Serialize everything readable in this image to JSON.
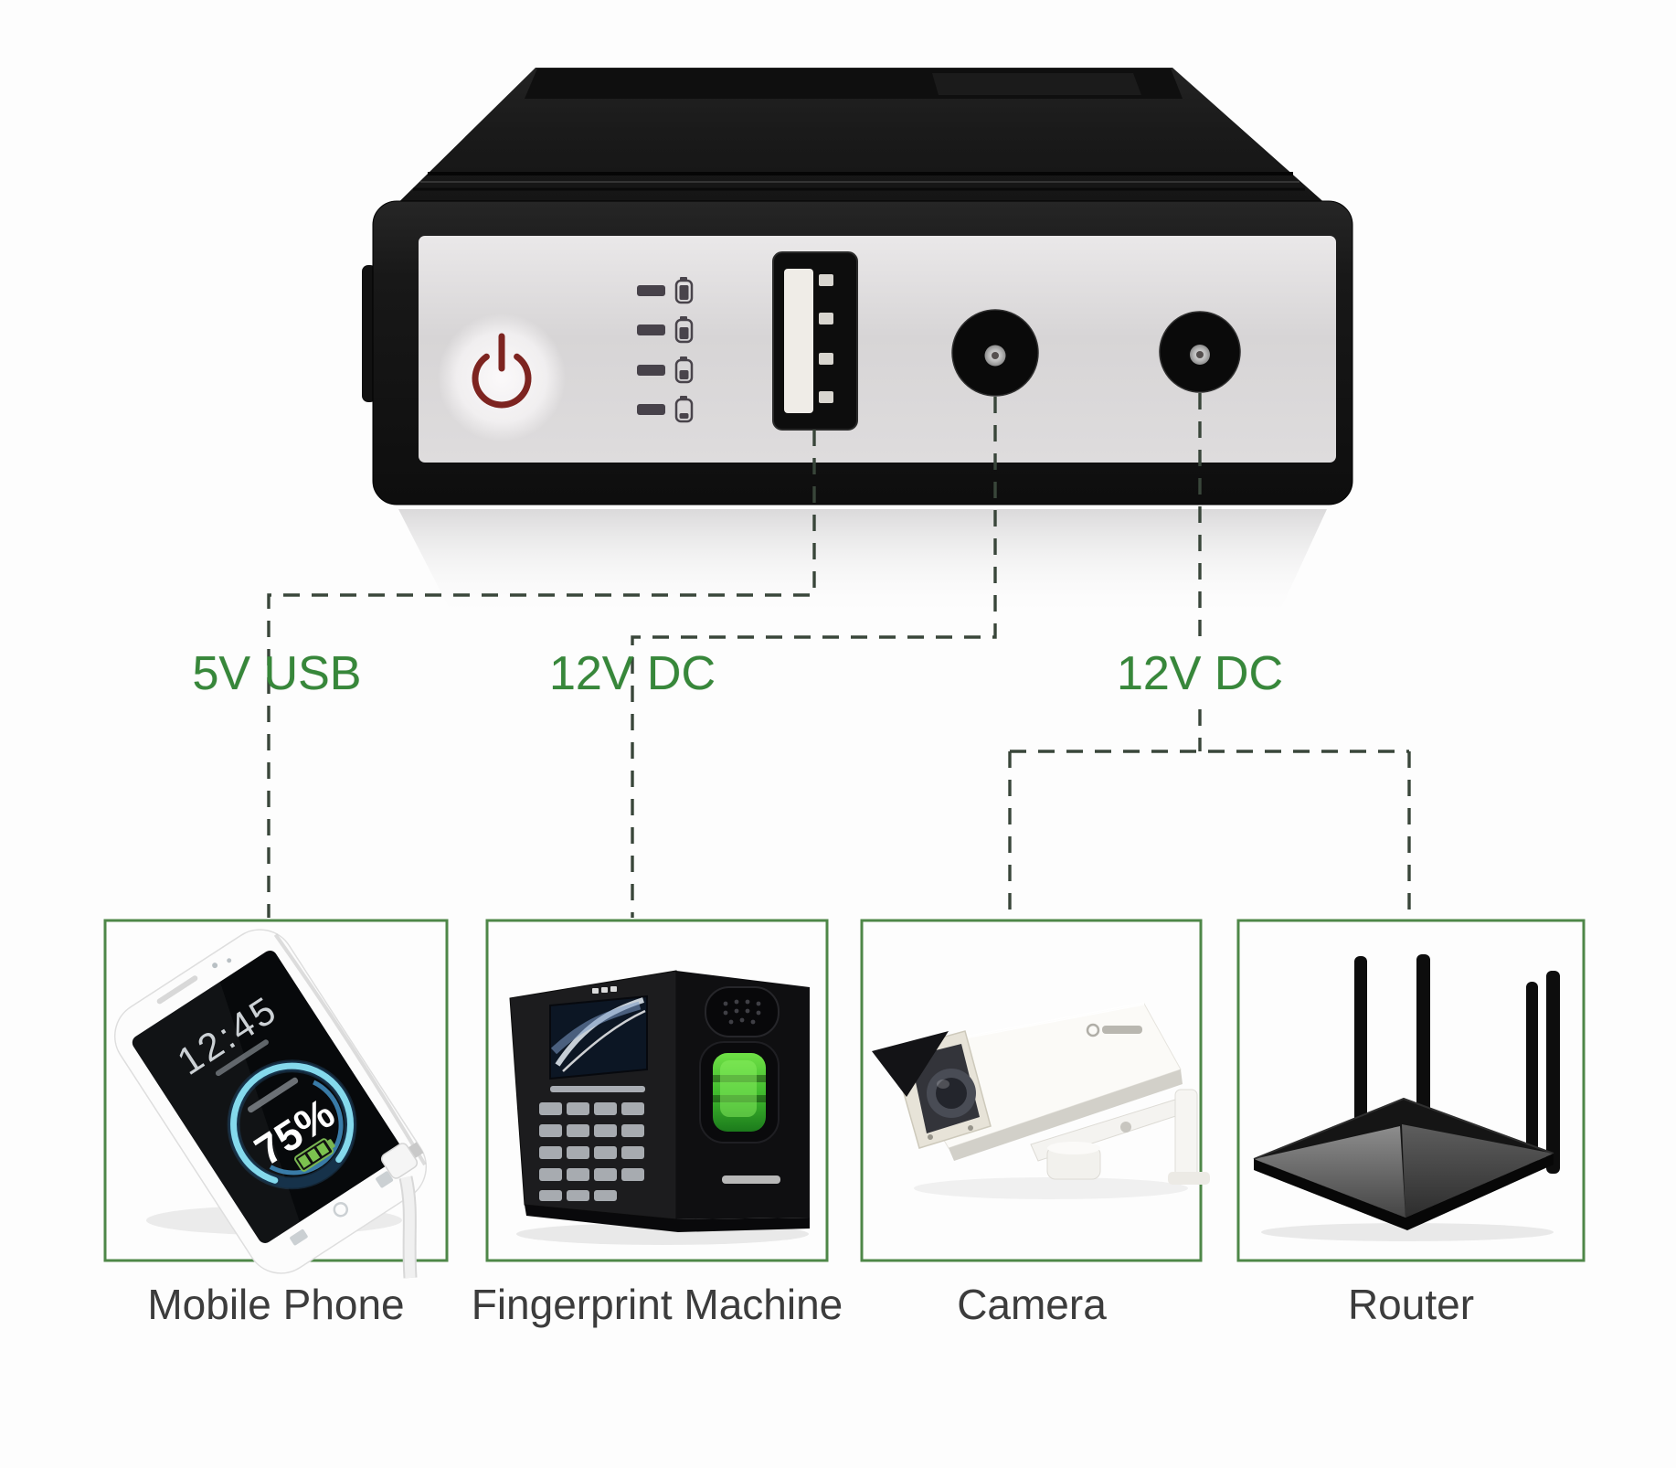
{
  "connections": [
    {
      "label": "5V USB",
      "port": "usb-port",
      "targets": [
        "Mobile Phone"
      ]
    },
    {
      "label": "12V DC",
      "port": "dc-jack-1",
      "targets": [
        "Fingerprint Machine"
      ]
    },
    {
      "label": "12V DC",
      "port": "dc-jack-2",
      "targets": [
        "Camera",
        "Router"
      ]
    }
  ],
  "device_boxes": [
    {
      "label": "Mobile Phone"
    },
    {
      "label": "Fingerprint Machine"
    },
    {
      "label": "Camera"
    },
    {
      "label": "Router"
    }
  ],
  "phone_screen": {
    "time": "12:45",
    "battery_percent": "75%"
  },
  "ups_panel": {
    "icons": [
      "power-icon",
      "battery-level-led-1",
      "battery-level-led-2",
      "battery-level-led-3",
      "battery-level-led-4",
      "usb-port",
      "dc-jack",
      "dc-jack"
    ]
  },
  "colors": {
    "label_green": "#37873a",
    "box_border_green": "#4e8748",
    "dash_line": "#39463a",
    "power_button_red": "#7d2420",
    "panel_gray": "#dcdadb",
    "device_black": "#161616",
    "charge_ring_blue": "#84d9ec",
    "scanner_green": "#5ad33f"
  }
}
